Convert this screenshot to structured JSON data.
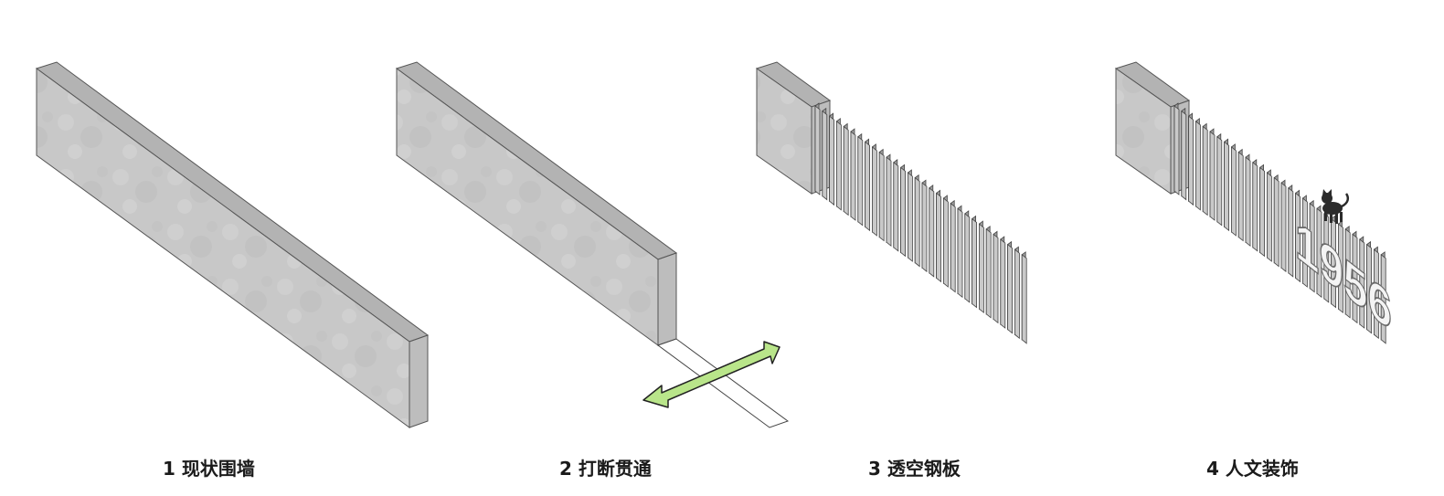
{
  "captions": {
    "step1": "1 现状围墙",
    "step2": "2 打断贯通",
    "step3": "3 透空钢板",
    "step4": "4 人文装饰"
  },
  "decoration": {
    "year": "1956",
    "cat": "cat-silhouette-icon"
  },
  "colors": {
    "wall_front": "#c8c8c8",
    "wall_top": "#b4b4b4",
    "wall_end": "#bcbcbc",
    "outline": "#555555",
    "arrow_fill": "#b9e58a",
    "path_fill": "#ffffff",
    "fin_face": "#c9c9c9",
    "fin_side": "#9d9d9d",
    "numeral": "#f4f4f4",
    "cat": "#2b2b2b"
  }
}
